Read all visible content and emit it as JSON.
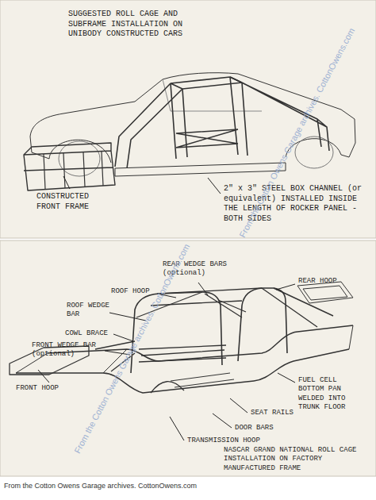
{
  "diagram": {
    "title": "SUGGESTED ROLL CAGE AND SUBFRAME INSTALLATION ON UNIBODY CONSTRUCTED CARS",
    "caption": "NASCAR GRAND NATIONAL ROLL CAGE INSTALLATION ON FACTORY MANUFACTURED FRAME",
    "labels": [
      "CONSTRUCTED FRONT FRAME",
      "2\" x 3\" STEEL BOX CHANNEL (or equivalent) INSTALLED INSIDE THE LENGTH OF ROCKER PANEL - BOTH SIDES",
      "REAR WEDGE BARS (optional)",
      "REAR HOOP",
      "ROOF HOOP",
      "ROOF WEDGE BAR",
      "COWL BRACE",
      "FRONT WEDGE BAR (optional)",
      "FRONT HOOP",
      "FUEL CELL BOTTOM PAN WELDED INTO TRUNK FLOOR",
      "SEAT RAILS",
      "DOOR BARS",
      "TRANSMISSION HOOP",
      "From the Cotton Owens Garage archives. CottonOwens.com",
      "From the Cotton Owens Garage archives. CottonOwens.com",
      "From the Cotton Owens Garage archives. CottonOwens.com"
    ]
  }
}
